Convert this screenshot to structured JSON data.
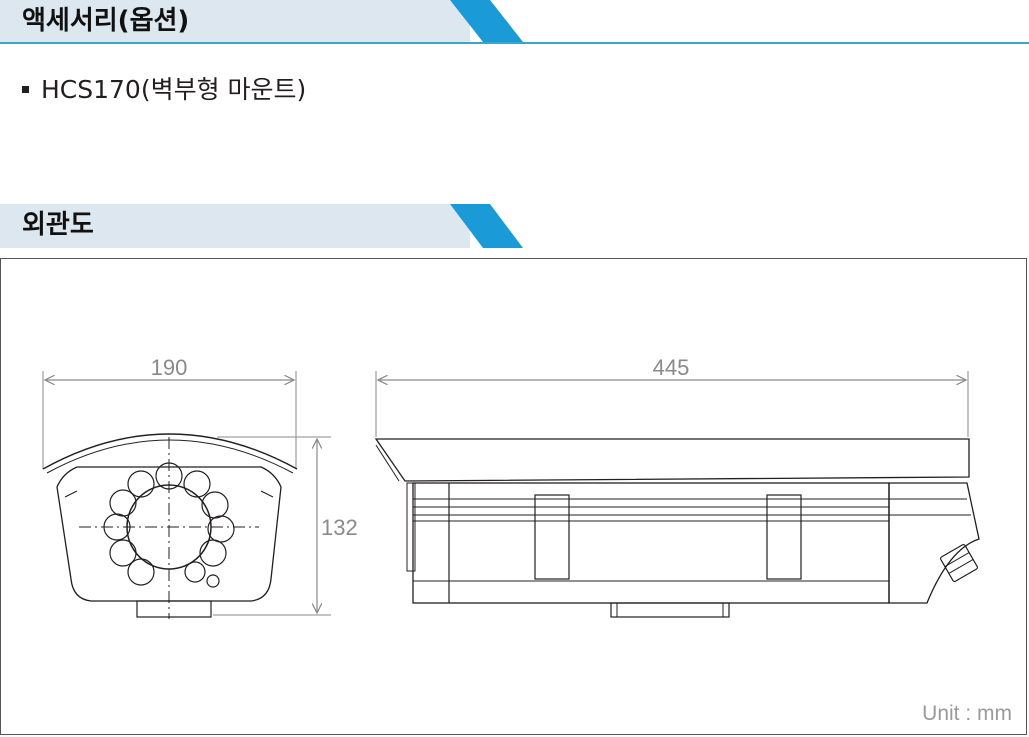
{
  "sections": {
    "accessories": {
      "title": "액세서리(옵션)"
    },
    "exterior": {
      "title": "외관도"
    }
  },
  "accessories": {
    "items": [
      {
        "label": "HCS170(벽부형 마운트)"
      }
    ]
  },
  "drawing": {
    "front_width": "190",
    "front_height": "132",
    "side_length": "445",
    "unit": "Unit : mm"
  },
  "colors": {
    "header_band": "#dde7ef",
    "accent_triangle": "#1a9ad7",
    "divider_line": "#3aa7c9"
  }
}
